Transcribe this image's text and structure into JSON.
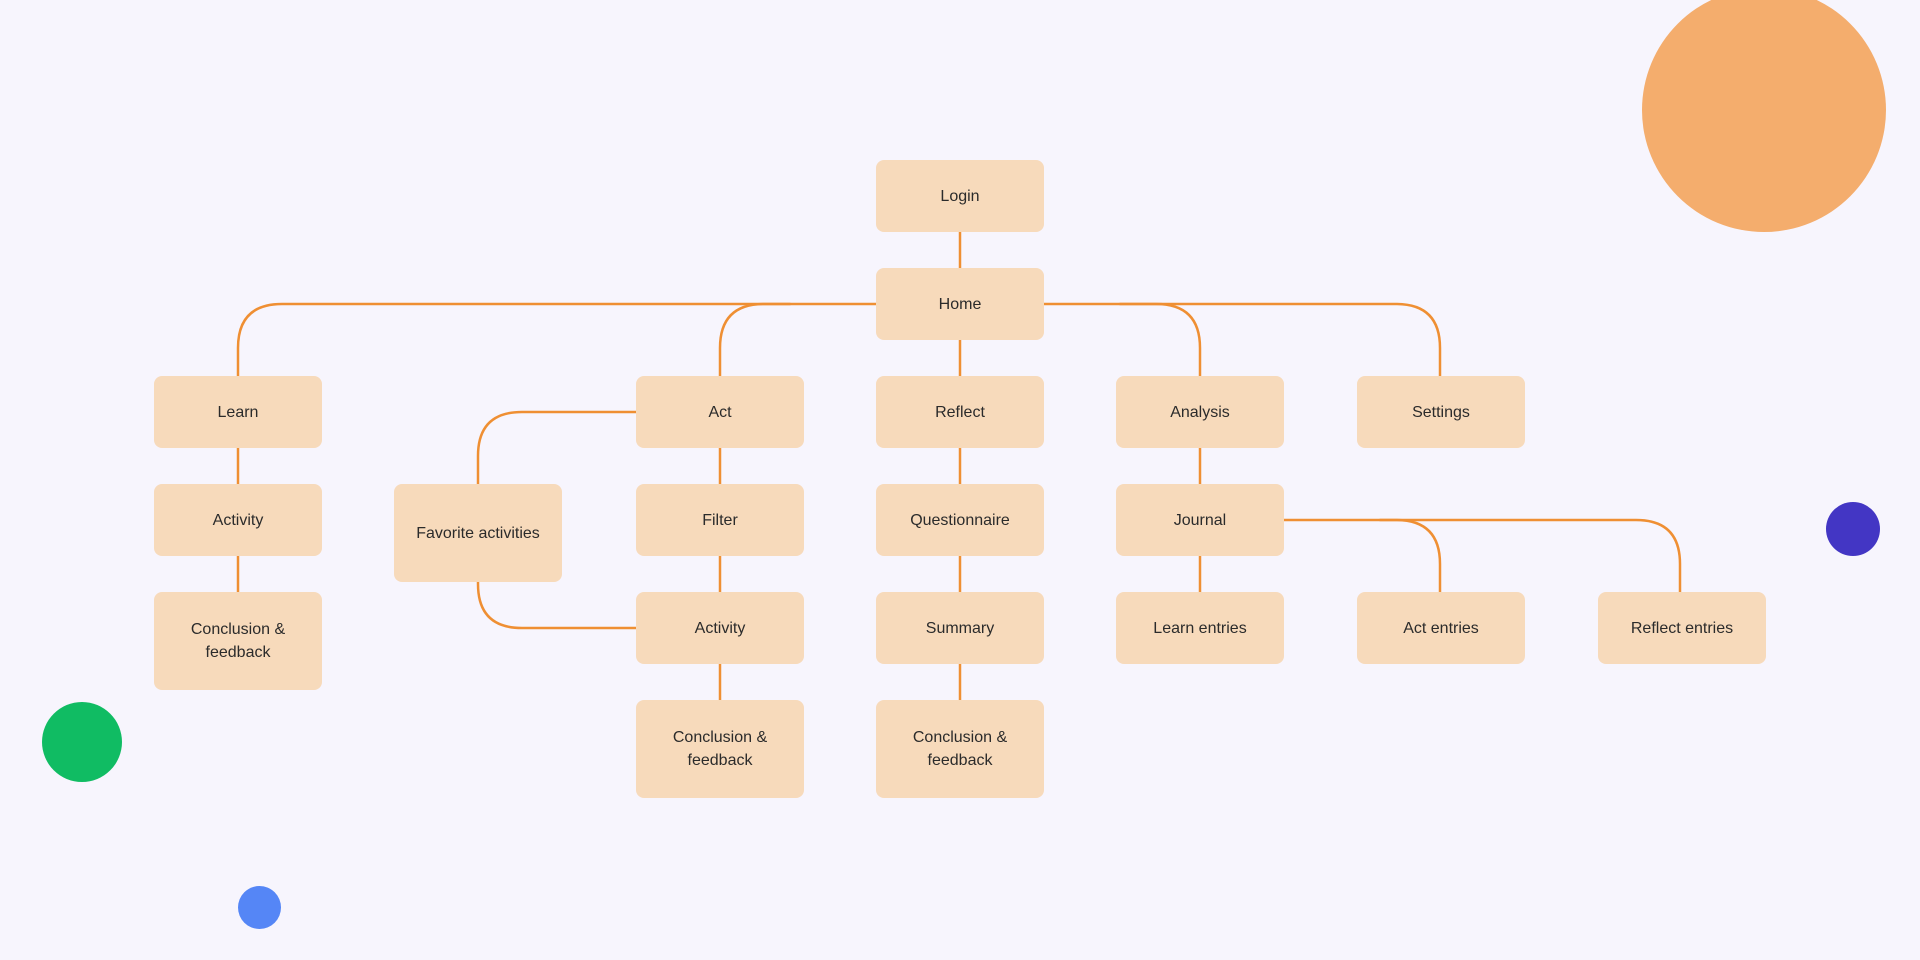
{
  "theme": {
    "background": "#f7f5fd",
    "node_fill": "#f7dabb",
    "edge_color": "#ef8f33",
    "text_color": "#2b2b2b",
    "decor_orange": "#f4ad6d",
    "decor_indigo": "#4336c4",
    "decor_green": "#10bc63",
    "decor_blue": "#5586f6"
  },
  "nodes": {
    "login": "Login",
    "home": "Home",
    "learn": "Learn",
    "act": "Act",
    "reflect": "Reflect",
    "analysis": "Analysis",
    "settings": "Settings",
    "learn_activity": "Activity",
    "favorite_activities": "Favorite activities",
    "filter": "Filter",
    "questionnaire": "Questionnaire",
    "journal": "Journal",
    "learn_conclusion": "Conclusion & feedback",
    "act_activity": "Activity",
    "summary": "Summary",
    "learn_entries": "Learn entries",
    "act_entries": "Act entries",
    "reflect_entries": "Reflect entries",
    "act_conclusion": "Conclusion & feedback",
    "reflect_conclusion": "Conclusion & feedback"
  },
  "edges": [
    [
      "login",
      "home"
    ],
    [
      "home",
      "learn"
    ],
    [
      "home",
      "act"
    ],
    [
      "home",
      "reflect"
    ],
    [
      "home",
      "analysis"
    ],
    [
      "home",
      "settings"
    ],
    [
      "learn",
      "learn_activity"
    ],
    [
      "learn_activity",
      "learn_conclusion"
    ],
    [
      "act",
      "favorite_activities"
    ],
    [
      "act",
      "filter"
    ],
    [
      "filter",
      "act_activity"
    ],
    [
      "favorite_activities",
      "act_activity"
    ],
    [
      "act_activity",
      "act_conclusion"
    ],
    [
      "reflect",
      "questionnaire"
    ],
    [
      "questionnaire",
      "summary"
    ],
    [
      "summary",
      "reflect_conclusion"
    ],
    [
      "analysis",
      "journal"
    ],
    [
      "journal",
      "learn_entries"
    ],
    [
      "journal",
      "act_entries"
    ],
    [
      "journal",
      "reflect_entries"
    ]
  ]
}
